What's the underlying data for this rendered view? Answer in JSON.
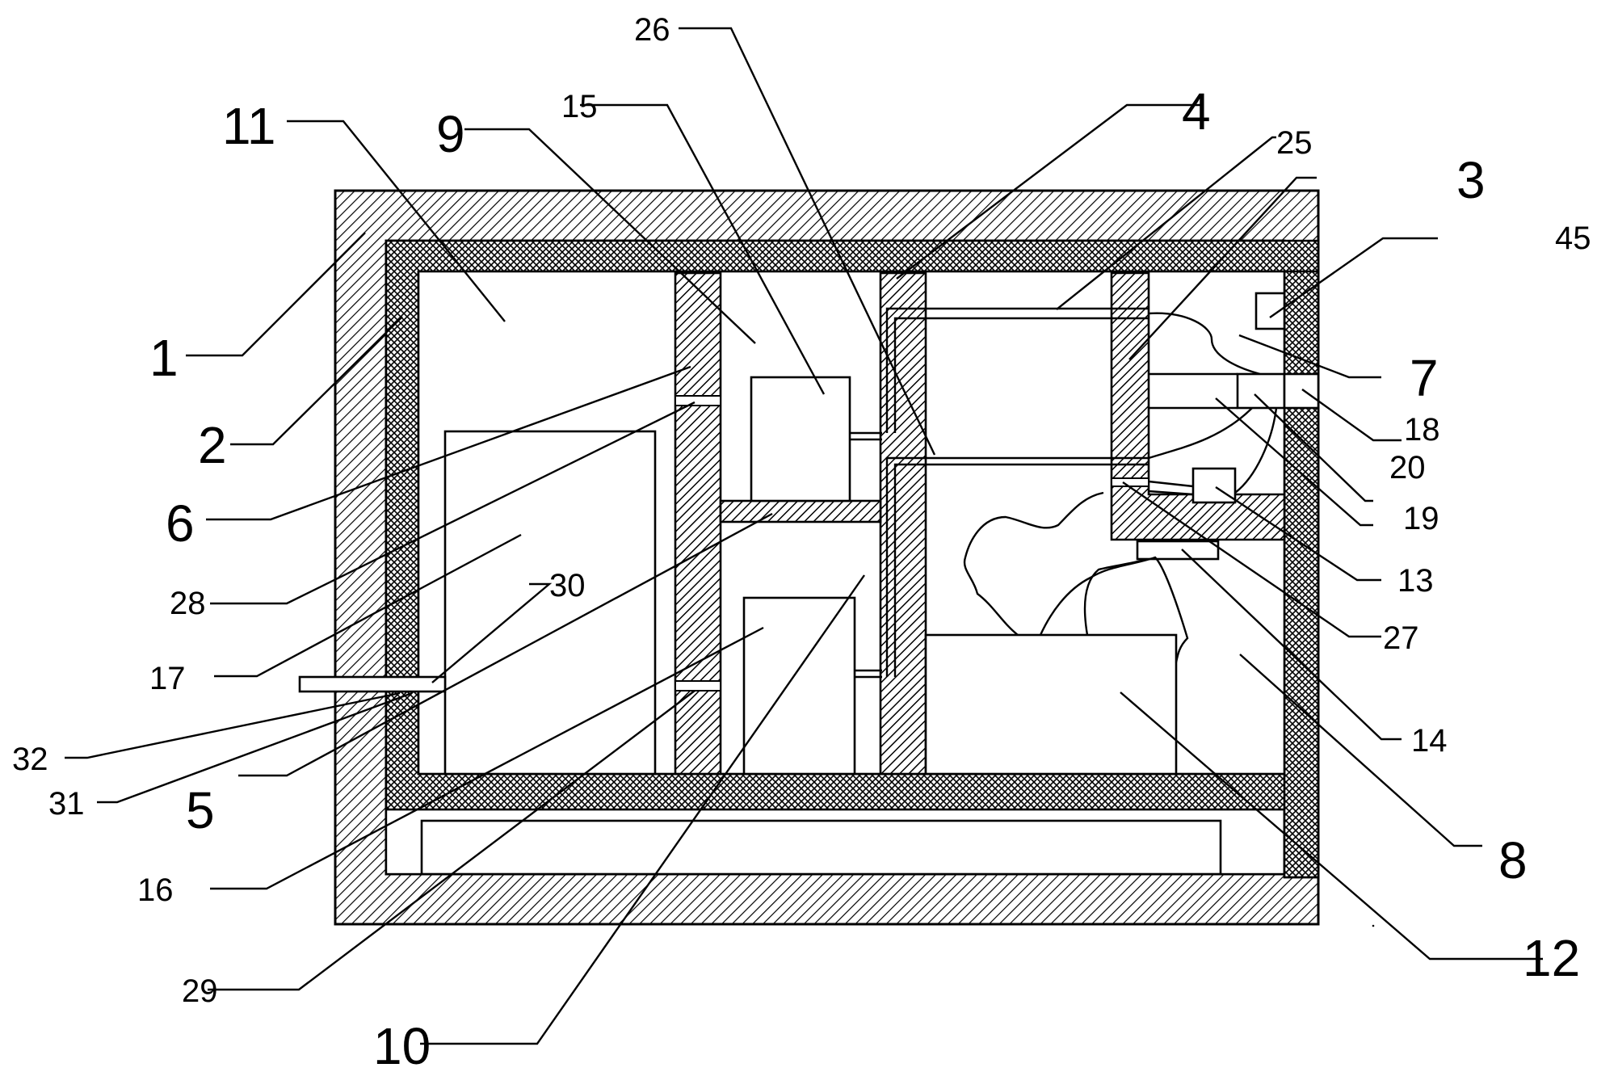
{
  "labels": {
    "l1": "1",
    "l2": "2",
    "l3": "3",
    "l4": "4",
    "l5": "5",
    "l6": "6",
    "l7": "7",
    "l8": "8",
    "l9": "9",
    "l10": "10",
    "l11": "11",
    "l12": "12",
    "l13": "13",
    "l14": "14",
    "l15": "15",
    "l16": "16",
    "l17": "17",
    "l18": "18",
    "l19": "19",
    "l20": "20",
    "l25": "25",
    "l26": "26",
    "l27": "27",
    "l28": "28",
    "l29": "29",
    "l30": "30",
    "l31": "31",
    "l32": "32",
    "l45": "45"
  }
}
